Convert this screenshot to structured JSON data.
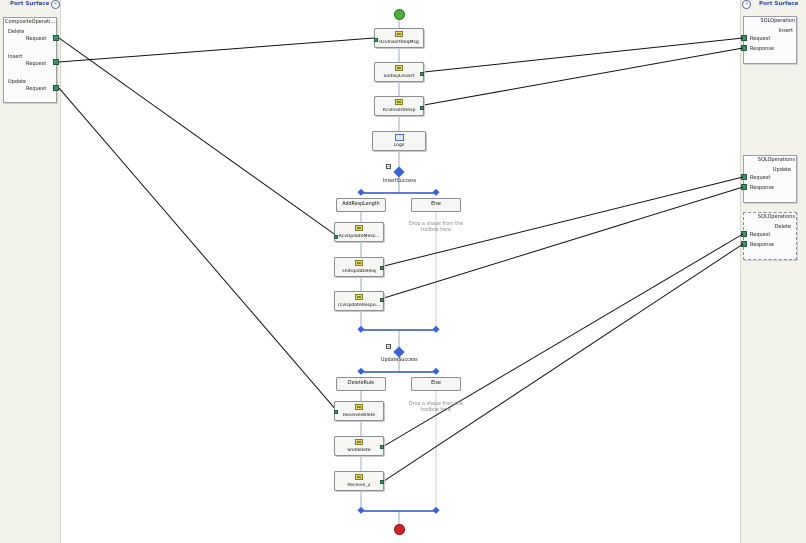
{
  "left_surface": {
    "title": "Port Surface",
    "collapse_glyph": "«",
    "port": {
      "title": "CompositeOperati...",
      "operations": [
        {
          "name": "Delete",
          "message": "Request"
        },
        {
          "name": "Insert",
          "message": "Request"
        },
        {
          "name": "Update",
          "message": "Request"
        }
      ]
    }
  },
  "right_surface": {
    "title": "Port Surface",
    "expand_glyph": "»",
    "ports": [
      {
        "title": "SQLOperation",
        "operation": "Insert",
        "messages": [
          "Request",
          "Response"
        ]
      },
      {
        "title": "SQLOperations",
        "operation": "Update",
        "messages": [
          "Request",
          "Response"
        ]
      },
      {
        "title": "SQLOperations",
        "operation": "Delete",
        "messages": [
          "Request",
          "Response"
        ]
      }
    ]
  },
  "orchestration": {
    "start_icon": "start-icon",
    "shapes": {
      "rcv_insert": "RcvInsertReqMsg",
      "snd_sql_insert": "SndSQLInsert",
      "rcv_insert_resp": "RcvInsertResp",
      "logs": "Logs",
      "rcv_update_msg": "RcvUpdateMess...",
      "snd_update_req": "sndUpdateReq",
      "rcv_update_resp": "rcvUpdateRespo...",
      "receive_delete": "Receivedelete",
      "snd_delete": "Snddelete",
      "receive_2": "Receive_2"
    },
    "decide1": {
      "label": "InsertSuccess",
      "branch_rule": "AddRespLength",
      "branch_else": "Else",
      "drop_hint": "Drop a shape from the toolbox here"
    },
    "decide2": {
      "label": "UpdateSuccess",
      "branch_rule": "DeleteRule",
      "branch_else": "Else",
      "drop_hint": "Drop a shape from the toolbox here"
    },
    "collapse_glyph": "−",
    "end_icon": "end-icon"
  },
  "colors": {
    "port": "#3f8f6c",
    "start": "#4caf3a",
    "end": "#d4222a",
    "decision": "#3a63d8",
    "connector": "#000000"
  }
}
